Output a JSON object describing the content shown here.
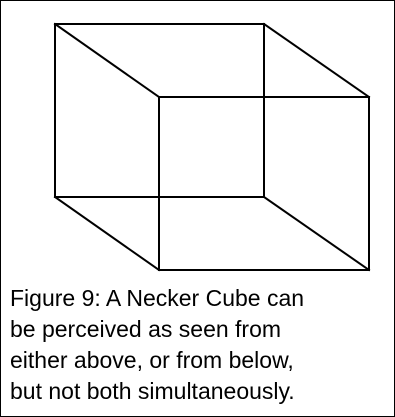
{
  "figure": {
    "caption_lines": [
      "Figure 9: A Necker Cube can",
      "be perceived as seen from",
      "either above, or from below,",
      "but not both simultaneously."
    ]
  },
  "colors": {
    "stroke": "#000000",
    "background": "#ffffff",
    "border": "#000000"
  }
}
